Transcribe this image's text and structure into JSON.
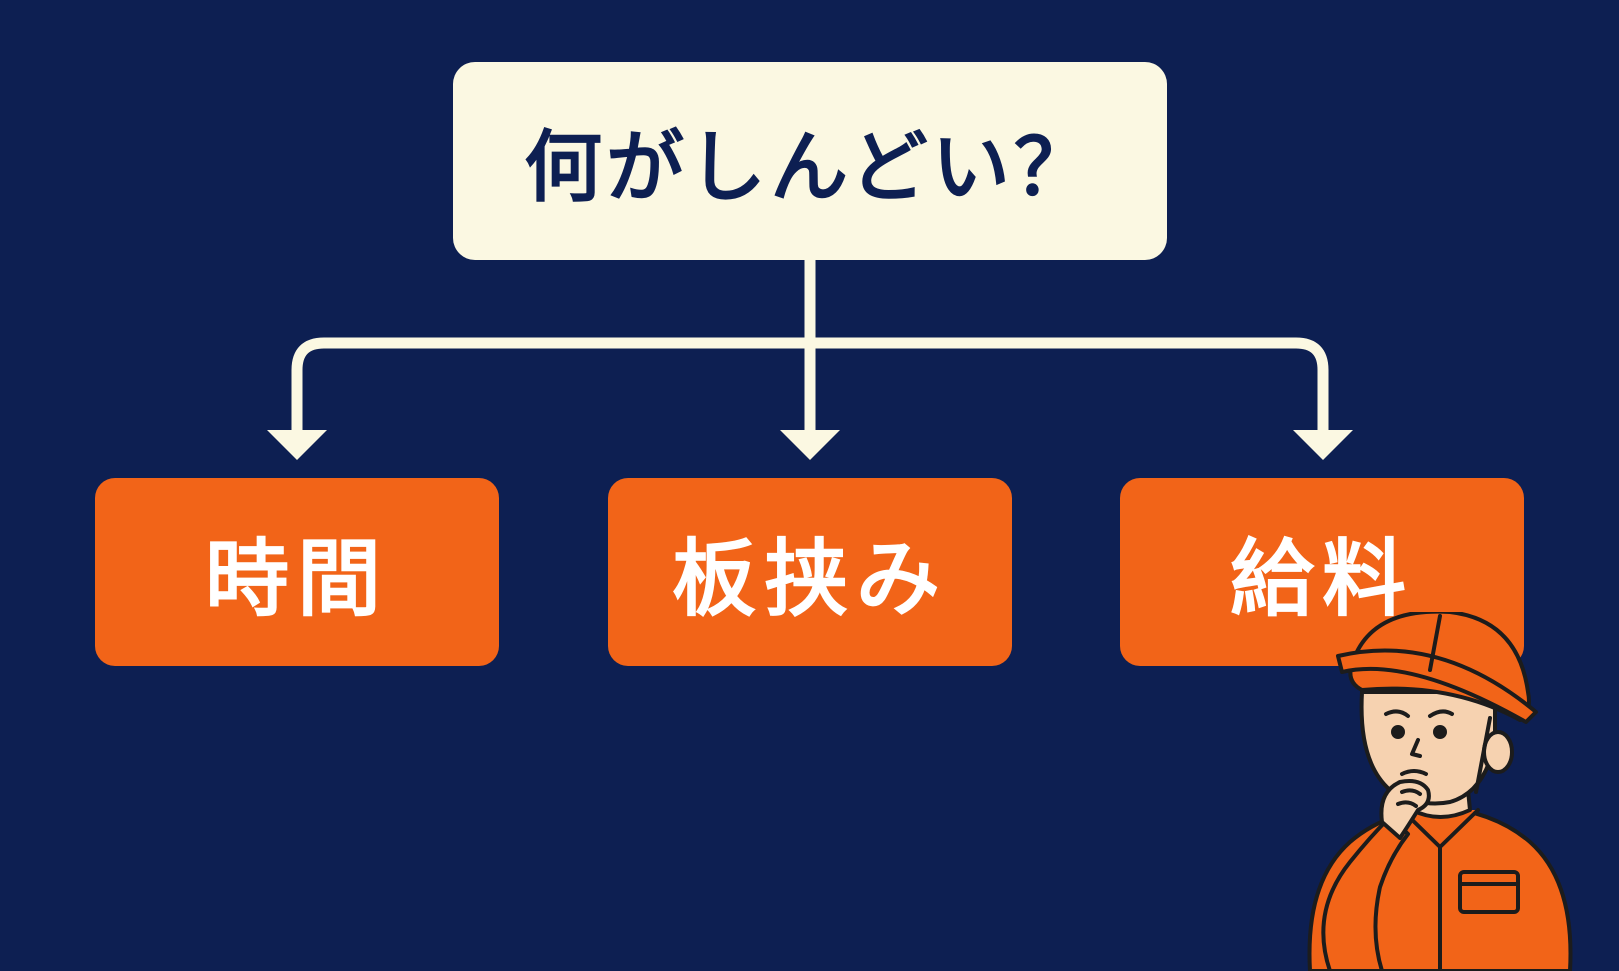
{
  "diagram": {
    "root": {
      "label": "何がしんどい？"
    },
    "children": [
      {
        "label": "時間"
      },
      {
        "label": "板挟み"
      },
      {
        "label": "給料"
      }
    ]
  },
  "colors": {
    "background": "#0d1f52",
    "root_fill": "#fbf8e2",
    "child_fill": "#f26418",
    "connector": "#fbf8e2"
  },
  "icons": {
    "worker": "thinking-worker-with-hardhat-illustration"
  }
}
